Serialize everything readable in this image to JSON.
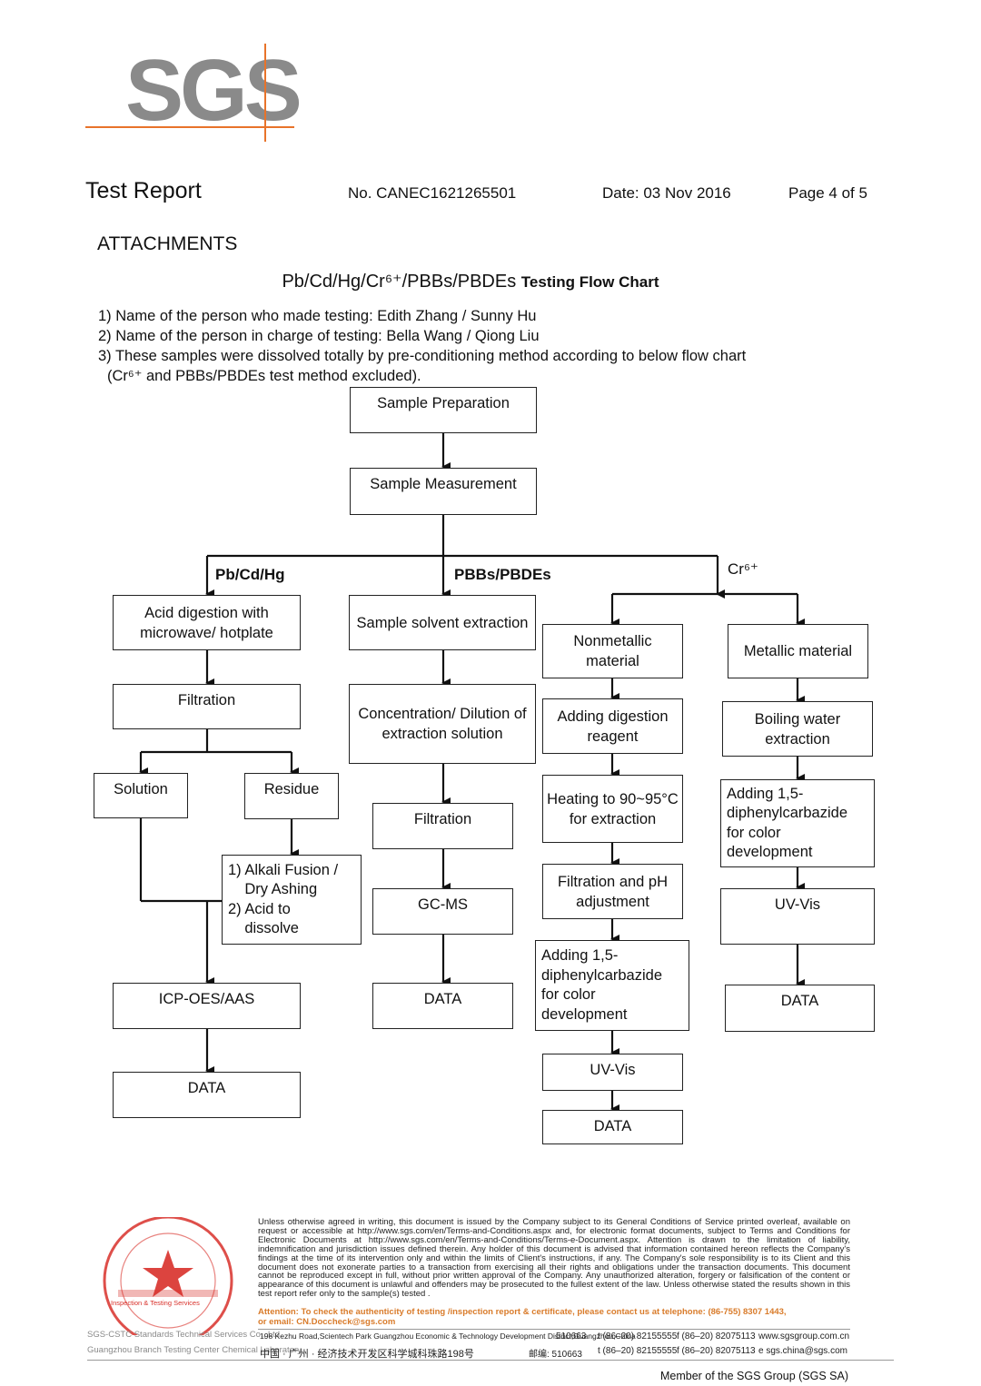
{
  "logo": {
    "text": "SGS",
    "line_color": "#e8732a"
  },
  "header": {
    "title": "Test Report",
    "number": "No. CANEC1621265501",
    "date": "Date: 03 Nov 2016",
    "page": "Page 4 of 5"
  },
  "attachments": "ATTACHMENTS",
  "flow_title": {
    "main": "Pb/Cd/Hg/Cr⁶⁺/PBBs/PBDEs",
    "suffix": "Testing Flow Chart"
  },
  "notes": [
    "1) Name of the person who made testing: Edith Zhang / Sunny Hu",
    "2) Name of the person in charge of testing: Bella Wang / Qiong Liu",
    "3) These samples were dissolved totally by pre-conditioning method according to below flow chart",
    "(Cr⁶⁺ and PBBs/PBDEs test method excluded)."
  ],
  "flow": {
    "prep": "Sample Preparation",
    "measure": "Sample Measurement",
    "branches": {
      "metals": "Pb/Cd/Hg",
      "pbb": "PBBs/PBDEs",
      "cr": "Cr⁶⁺"
    },
    "metals": {
      "digest": "Acid digestion with microwave/ hotplate",
      "filtration": "Filtration",
      "solution": "Solution",
      "residue": "Residue",
      "fusion": "1) Alkali Fusion /\n    Dry Ashing\n2) Acid to\n    dissolve",
      "icp": "ICP-OES/AAS",
      "data": "DATA"
    },
    "pbb": {
      "extract": "Sample solvent extraction",
      "concentrate": "Concentration/ Dilution of extraction solution",
      "filtration": "Filtration",
      "gcms": "GC-MS",
      "data": "DATA"
    },
    "cr_nonmetal": {
      "material": "Nonmetallic material",
      "reagent": "Adding digestion reagent",
      "heating": "Heating to 90~95°C for extraction",
      "filtration": "Filtration and pH adjustment",
      "adding": "Adding 1,5-\ndiphenylcarbazide\nfor color\ndevelopment",
      "uvvis": "UV-Vis",
      "data": "DATA"
    },
    "cr_metal": {
      "material": "Metallic material",
      "boiling": "Boiling water extraction",
      "adding": "Adding 1,5-\ndiphenylcarbazide\nfor color\ndevelopment",
      "uvvis": "UV-Vis",
      "data": "DATA"
    }
  },
  "footer": {
    "fine_print": "Unless otherwise agreed in writing, this document is issued by the Company subject to its General Conditions of Service printed overleaf, available on request or accessible at http://www.sgs.com/en/Terms-and-Conditions.aspx and, for electronic format documents, subject to Terms and Conditions for Electronic Documents at http://www.sgs.com/en/Terms-and-Conditions/Terms-e-Document.aspx. Attention is drawn to the limitation of liability, indemnification and jurisdiction issues defined therein. Any holder of this document is advised that information contained hereon reflects the Company's findings at the time of its intervention only and within the limits of Client's instructions, if any. The Company's sole responsibility is to its Client and this document does not exonerate parties to a transaction from exercising all their rights and obligations under the transaction documents. This document cannot be reproduced except in full, without prior written approval of the Company. Any unauthorized alteration, forgery or falsification of the content or appearance of this document is unlawful and offenders may be prosecuted to the fullest extent of the law. Unless otherwise stated the results shown in this test report refer only to the sample(s) tested .",
    "attention": "Attention: To check the authenticity of testing /inspection report & certificate, please contact us at telephone: (86-755) 8307 1443,",
    "attention_email": "or email: CN.Doccheck@sgs.com",
    "address_en": "198 Kezhu Road,Scientech Park Guangzhou Economic & Technology Development District,Guangzhou,China",
    "postcode_en": "510663",
    "tel_en": "t (86–20) 82155555",
    "fax_en": "f (86–20) 82075113",
    "web": "www.sgsgroup.com.cn",
    "address_cn": "中国 · 广州 · 经济技术开发区科学城科珠路198号",
    "postcode_cn": "邮编: 510663",
    "tel_cn": "t (86–20) 82155555",
    "fax_cn": "f (86–20) 82075113",
    "email": "e sgs.china@sgs.com",
    "stamp_sub": "Inspection & Testing Services",
    "company_line1": "SGS-CSTC Standards Technical Services Co., Ltd.",
    "company_line2": "Guangzhou Branch Testing Center Chemical Laboratory",
    "member": "Member of the SGS Group (SGS SA)",
    "stamp_color": "#d8302a"
  }
}
